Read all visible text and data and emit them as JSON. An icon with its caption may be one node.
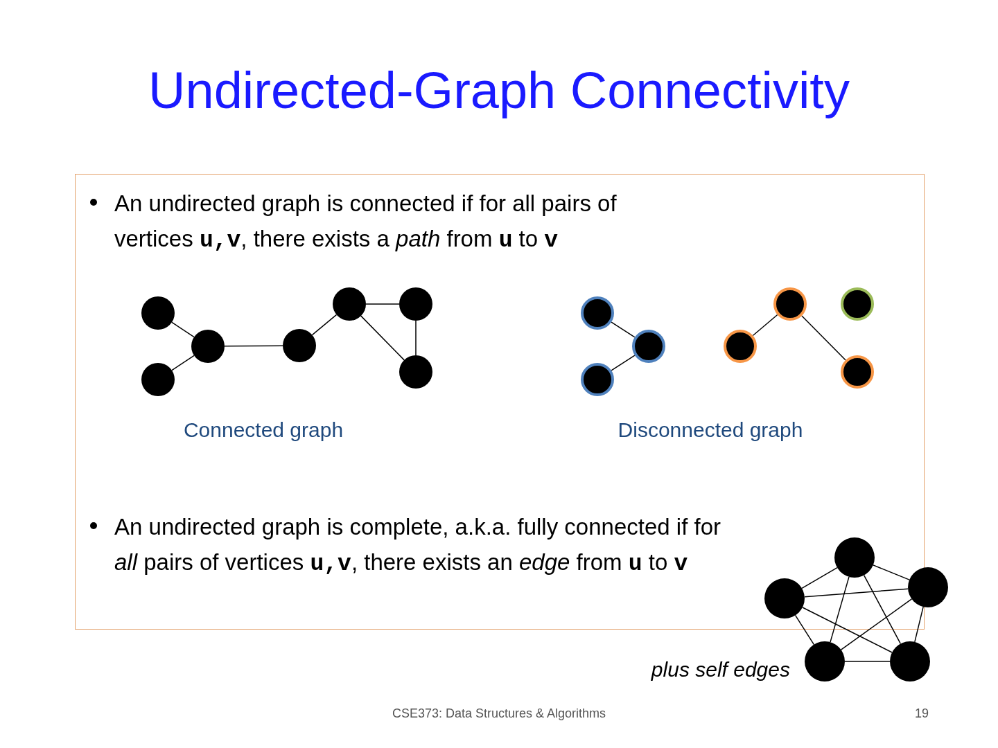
{
  "diagram": {
    "title": "Undirected-Graph Connectivity",
    "nodes": [
      {
        "text": [],
        "shape": "circle"
      },
      {
        "text": [],
        "shape": "circle"
      },
      {
        "text": [],
        "shape": "circle"
      },
      {
        "text": [],
        "shape": "circle"
      },
      {
        "text": [],
        "shape": "circle"
      },
      {
        "text": [],
        "shape": "circle"
      },
      {
        "text": [],
        "shape": "circle"
      },
      {
        "text": [],
        "shape": "circle"
      },
      {
        "text": [],
        "shape": "circle"
      },
      {
        "text": [],
        "shape": "circle"
      },
      {
        "text": [],
        "shape": "circle"
      },
      {
        "text": [],
        "shape": "circle"
      },
      {
        "text": [],
        "shape": "circle"
      },
      {
        "text": [],
        "shape": "circle"
      },
      {
        "text": [],
        "shape": "circle"
      },
      {
        "text": [],
        "shape": "circle"
      },
      {
        "text": [],
        "shape": "circle"
      },
      {
        "text": [],
        "shape": "circle"
      },
      {
        "text": [],
        "shape": "circle"
      }
    ],
    "edges": [
      {
        "from": 0,
        "to": 2,
        "arrow": "none"
      },
      {
        "from": 1,
        "to": 2,
        "arrow": "none"
      },
      {
        "from": 2,
        "to": 3,
        "arrow": "none"
      },
      {
        "from": 3,
        "to": 4,
        "arrow": "none"
      },
      {
        "from": 4,
        "to": 5,
        "arrow": "none"
      },
      {
        "from": 4,
        "to": 6,
        "arrow": "none"
      },
      {
        "from": 5,
        "to": 6,
        "arrow": "none"
      },
      {
        "from": 7,
        "to": 9,
        "arrow": "none"
      },
      {
        "from": 8,
        "to": 9,
        "arrow": "none"
      },
      {
        "from": 10,
        "to": 11,
        "arrow": "none"
      },
      {
        "from": 11,
        "to": 13,
        "arrow": "none"
      },
      {
        "from": 14,
        "to": 15,
        "arrow": "none"
      },
      {
        "from": 14,
        "to": 16,
        "arrow": "none"
      },
      {
        "from": 14,
        "to": 17,
        "arrow": "none"
      },
      {
        "from": 14,
        "to": 18,
        "arrow": "none"
      },
      {
        "from": 15,
        "to": 16,
        "arrow": "none"
      },
      {
        "from": 15,
        "to": 17,
        "arrow": "none"
      },
      {
        "from": 15,
        "to": 18,
        "arrow": "none"
      },
      {
        "from": 16,
        "to": 17,
        "arrow": "none"
      },
      {
        "from": 16,
        "to": 18,
        "arrow": "none"
      },
      {
        "from": 17,
        "to": 18,
        "arrow": "none"
      }
    ],
    "labels": [
      "An undirected graph is connected if for all pairs of vertices **u,v**, there exists a *path* from **u** to **v**",
      "Connected graph",
      "Disconnected graph",
      "An undirected graph is complete, a.k.a. fully connected if for *all* pairs of vertices **u,v**, there exists an *edge* from **u** to **v**",
      "plus self edges",
      "CSE373: Data Structures & Algorithms",
      "19"
    ]
  }
}
